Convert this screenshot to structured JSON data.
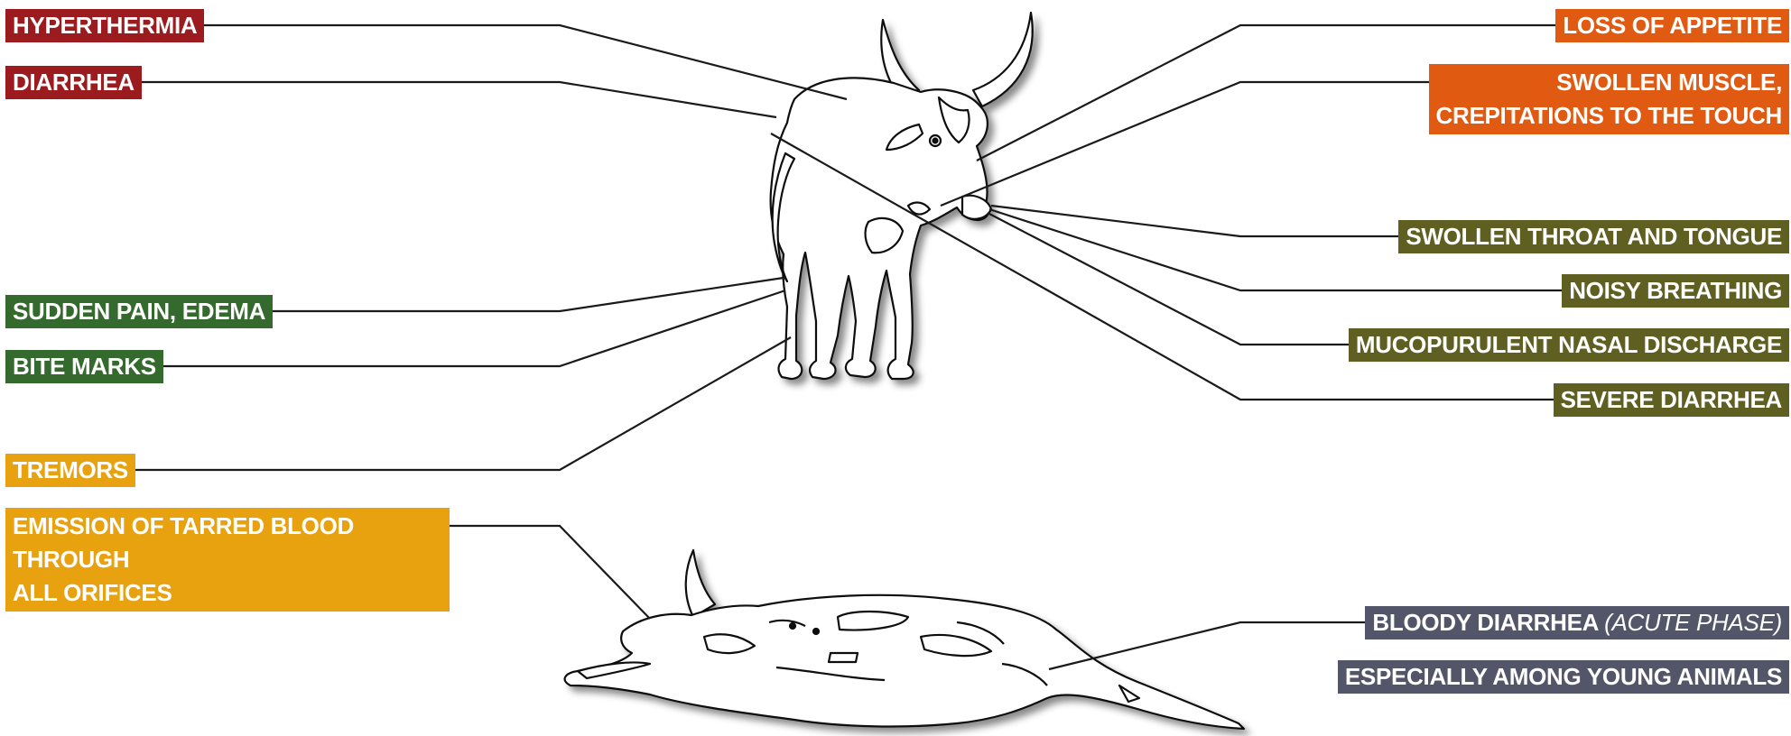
{
  "labels": {
    "hyperthermia": "HYPERTHERMIA",
    "diarrhea": "DIARRHEA",
    "sudden_pain": "SUDDEN PAIN, EDEMA",
    "bite_marks": "BITE MARKS",
    "tremors": "TREMORS",
    "emission_line1": "EMISSION OF TARRED BLOOD THROUGH",
    "emission_line2": "ALL ORIFICES",
    "loss_appetite": "LOSS OF APPETITE",
    "swollen_muscle_line1": "SWOLLEN MUSCLE,",
    "swollen_muscle_line2": "CREPITATIONS TO THE TOUCH",
    "swollen_throat": "SWOLLEN THROAT AND TONGUE",
    "noisy_breathing": "NOISY BREATHING",
    "nasal_discharge": "MUCOPURULENT NASAL DISCHARGE",
    "severe_diarrhea": "SEVERE DIARRHEA",
    "bloody_diarrhea": "BLOODY DIARRHEA",
    "bloody_diarrhea_note": "(ACUTE PHASE)",
    "young_animals": "ESPECIALLY AMONG YOUNG ANIMALS"
  },
  "colors": {
    "red": "#9b1b1e",
    "orange": "#e05a12",
    "olive": "#5f5f22",
    "green": "#356a2e",
    "yellow": "#e9a20f",
    "slate": "#535569",
    "line": "#1a1a1a"
  }
}
